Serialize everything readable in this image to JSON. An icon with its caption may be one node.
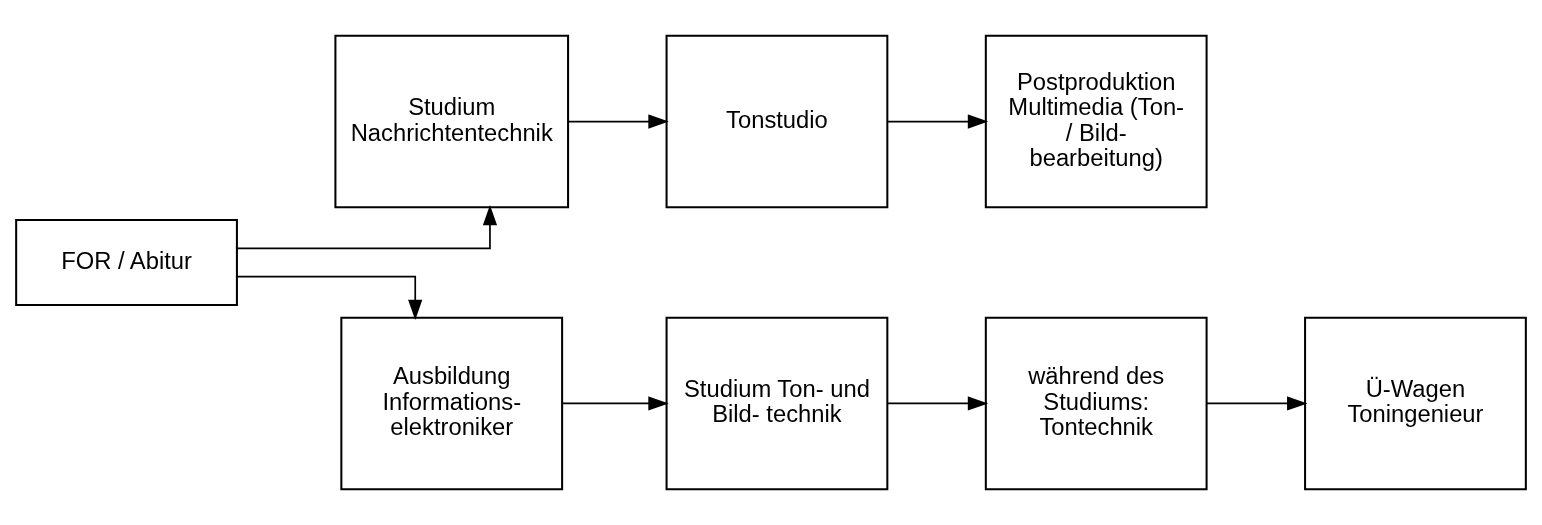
{
  "diagram": {
    "nodes": [
      {
        "text": [
          "FOR / Abitur"
        ]
      },
      {
        "text": [
          "Studium Nachrichtentechnik"
        ]
      },
      {
        "text": [
          "Tonstudio"
        ]
      },
      {
        "text": [
          "Postproduktion Multimedia (Ton- / Bild- bearbeitung)"
        ]
      },
      {
        "text": [
          "Ausbildung Informations- elektroniker"
        ]
      },
      {
        "text": [
          "Studium Ton- und Bild- technik"
        ]
      },
      {
        "text": [
          "während des Studiums: Tontechnik"
        ]
      },
      {
        "text": [
          "Ü-Wagen Toningenieur"
        ]
      }
    ],
    "edges": [
      {
        "from": 0,
        "to": 1,
        "arrow": "to"
      },
      {
        "from": 1,
        "to": 2,
        "arrow": "to"
      },
      {
        "from": 2,
        "to": 3,
        "arrow": "to"
      },
      {
        "from": 0,
        "to": 4,
        "arrow": "to"
      },
      {
        "from": 4,
        "to": 5,
        "arrow": "to"
      },
      {
        "from": 5,
        "to": 6,
        "arrow": "to"
      },
      {
        "from": 6,
        "to": 7,
        "arrow": "to"
      }
    ]
  }
}
